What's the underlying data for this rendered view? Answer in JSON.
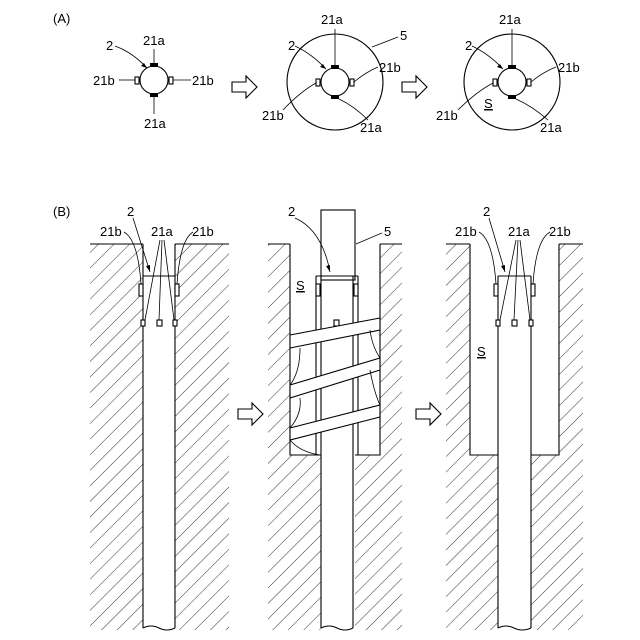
{
  "panels": {
    "a": {
      "label": "(A)"
    },
    "b": {
      "label": "(B)"
    }
  },
  "labels": {
    "pile": "2",
    "rib_a": "21a",
    "rib_b": "21b",
    "auger": "5",
    "space": "S"
  },
  "icons": {
    "step_arrow": "hollow-right-arrow",
    "soil": "diagonal-hatch"
  }
}
